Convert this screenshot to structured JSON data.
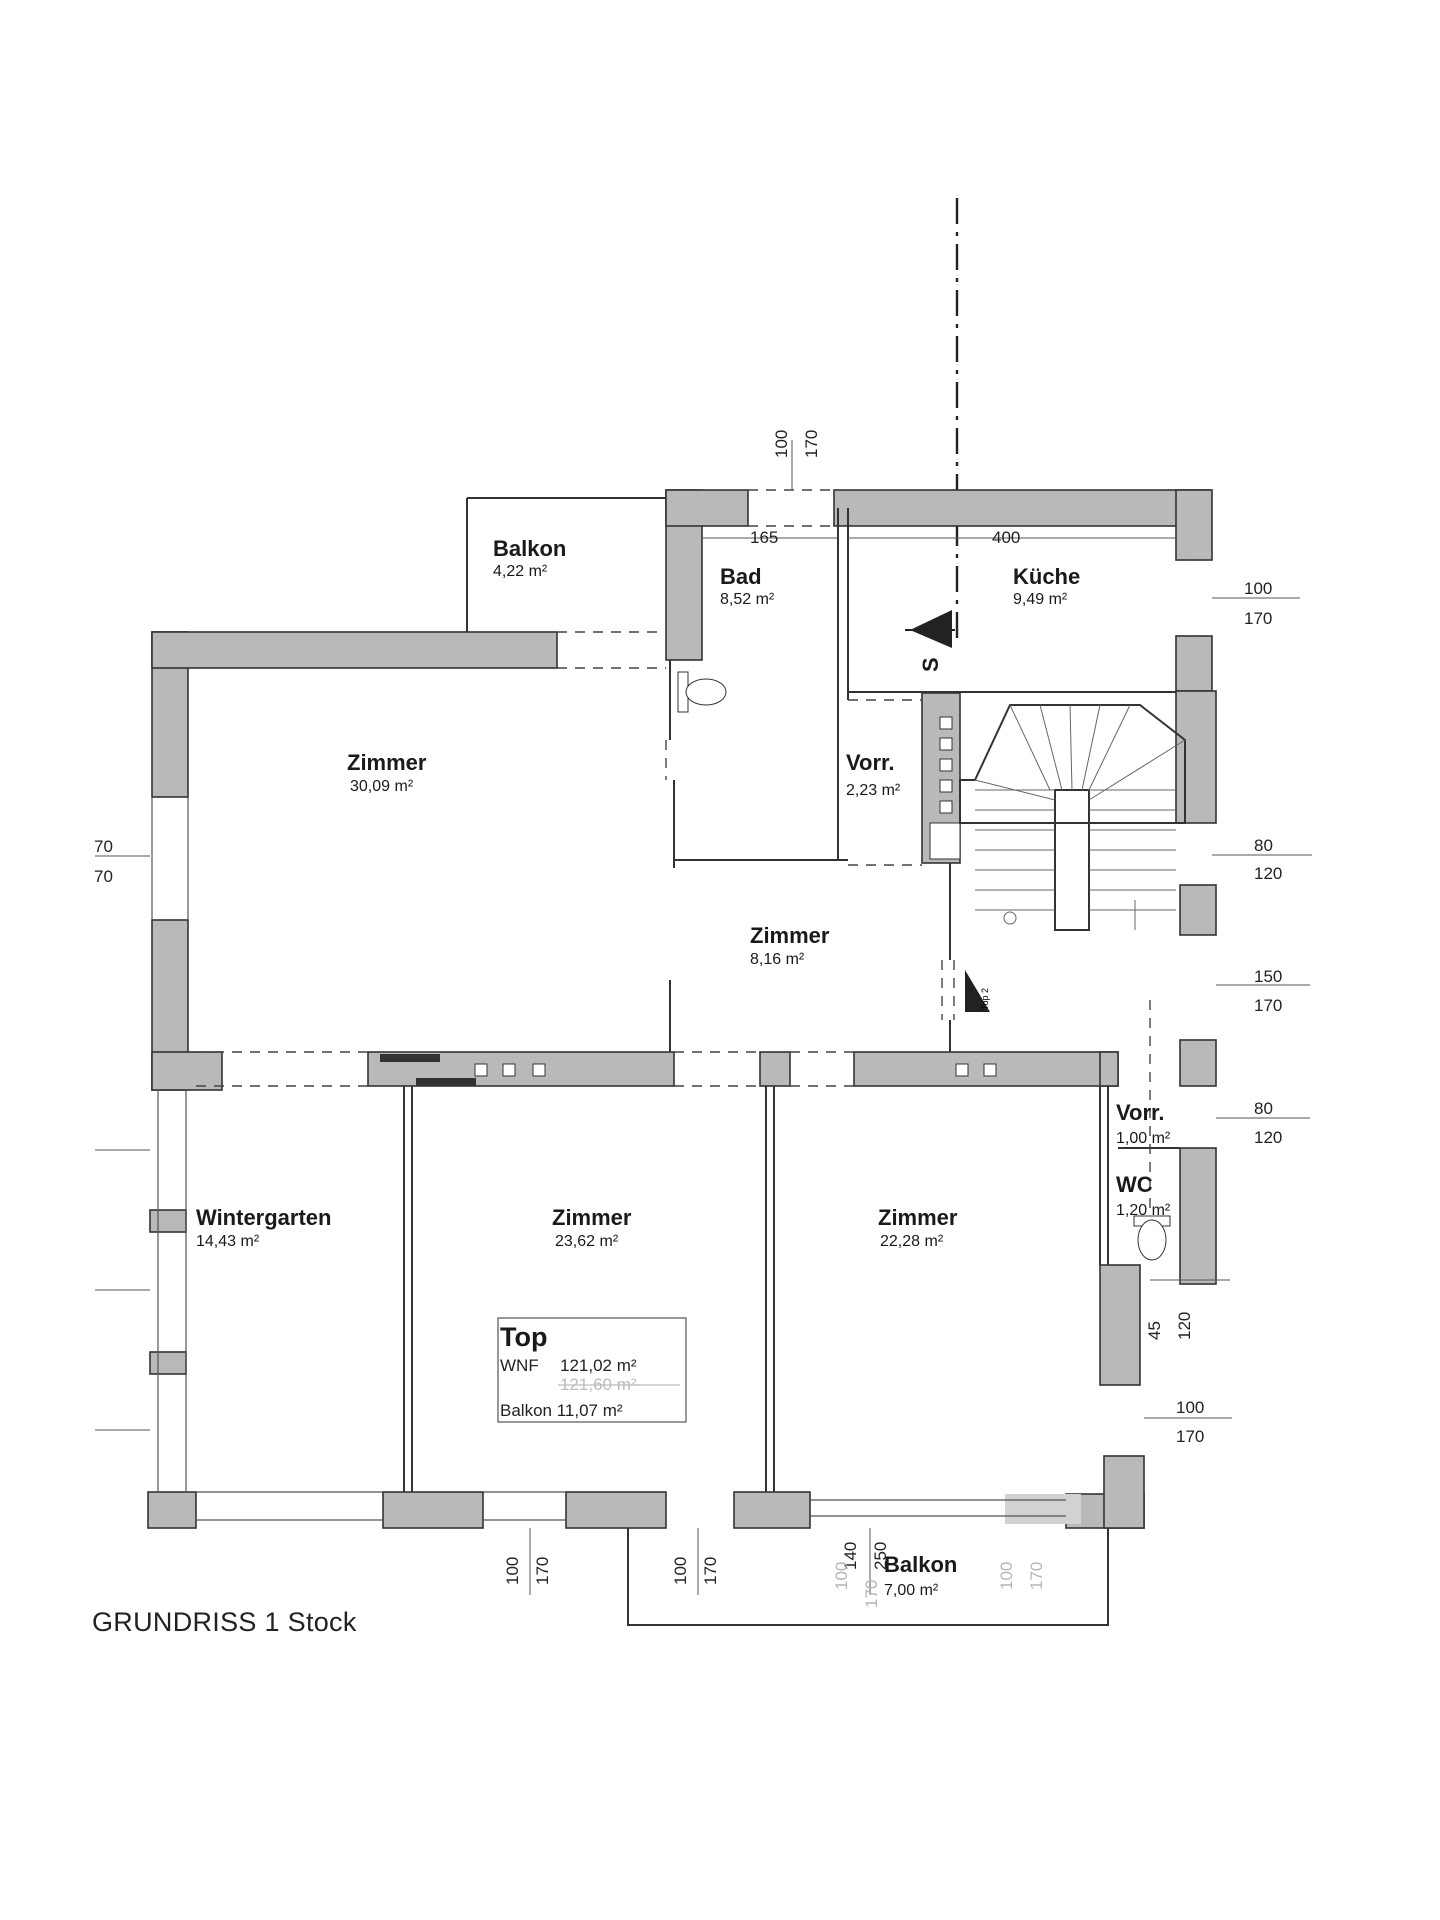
{
  "caption": "GRUNDRISS 1 Stock",
  "rooms": {
    "balkon_top": {
      "name": "Balkon",
      "area": "4,22 m²"
    },
    "bad": {
      "name": "Bad",
      "area": "8,52 m²"
    },
    "kueche": {
      "name": "Küche",
      "area": "9,49 m²"
    },
    "zimmer_large": {
      "name": "Zimmer",
      "area": "30,09 m²"
    },
    "vorr_1": {
      "name": "Vorr.",
      "area": "2,23 m²"
    },
    "zimmer_small": {
      "name": "Zimmer",
      "area": "8,16 m²"
    },
    "wintergarten": {
      "name": "Wintergarten",
      "area": "14,43 m²"
    },
    "zimmer_mid": {
      "name": "Zimmer",
      "area": "23,62 m²"
    },
    "zimmer_right": {
      "name": "Zimmer",
      "area": "22,28 m²"
    },
    "vorr_2": {
      "name": "Vorr.",
      "area": "1,00 m²"
    },
    "wc": {
      "name": "WC",
      "area": "1,20 m²"
    },
    "balkon_bottom": {
      "name": "Balkon",
      "area": "7,00 m²"
    }
  },
  "top_box": {
    "title": "Top",
    "wnf_label": "WNF",
    "wnf_value": "121,02 m²",
    "wnf_struck": "121,60 m²",
    "balkon": "Balkon 11,07 m²"
  },
  "dimensions": {
    "bad_width": "165",
    "kueche_width": "400",
    "top_window_a": "100",
    "top_window_b": "170",
    "right_1a": "100",
    "right_1b": "170",
    "right_2a": "80",
    "right_2b": "120",
    "right_3a": "150",
    "right_3b": "170",
    "right_4a": "80",
    "right_4b": "120",
    "right_5a": "45",
    "right_5b": "120",
    "right_6a": "100",
    "right_6b": "170",
    "left_a": "70",
    "left_b": "70",
    "bottom_1a": "100",
    "bottom_1b": "170",
    "bottom_2a": "100",
    "bottom_2b": "170",
    "bottom_3a": "140",
    "bottom_3b": "250",
    "bottom_faint_a": "100",
    "bottom_faint_b": "170",
    "bottom_faint_c": "100",
    "bottom_faint_d": "170"
  },
  "markers": {
    "north": "S",
    "top_marker": "Top 2"
  }
}
